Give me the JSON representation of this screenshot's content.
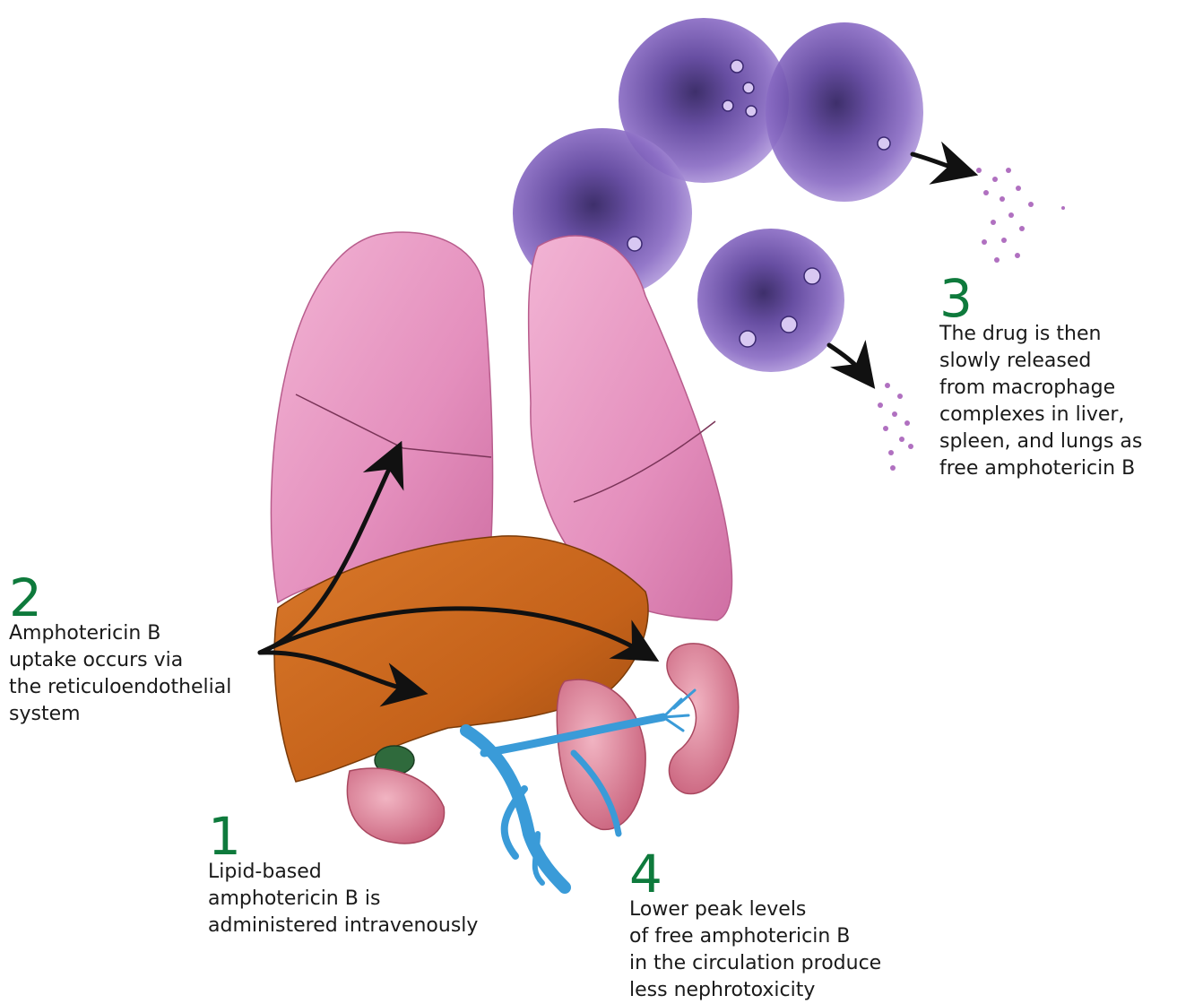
{
  "steps": [
    {
      "number": "1",
      "text": "Lipid-based\namphotericin B is\nadministered intravenously"
    },
    {
      "number": "2",
      "text": "Amphotericin B\nuptake occurs via\nthe reticuloendothelial\nsystem"
    },
    {
      "number": "3",
      "text": "The drug is then\nslowly released\nfrom macrophage\ncomplexes in liver,\nspleen, and lungs as\nfree amphotericin B"
    },
    {
      "number": "4",
      "text": "Lower peak levels\nof free amphotericin B\nin the circulation produce\nless nephrotoxicity"
    }
  ],
  "colors": {
    "step_number": "#0e7a3c",
    "lung": "#e48fbd",
    "liver": "#c8661a",
    "kidney": "#d97a90",
    "vessel": "#3a9bd8",
    "macrophage": "#6a4aa8",
    "arrow": "#111111"
  }
}
